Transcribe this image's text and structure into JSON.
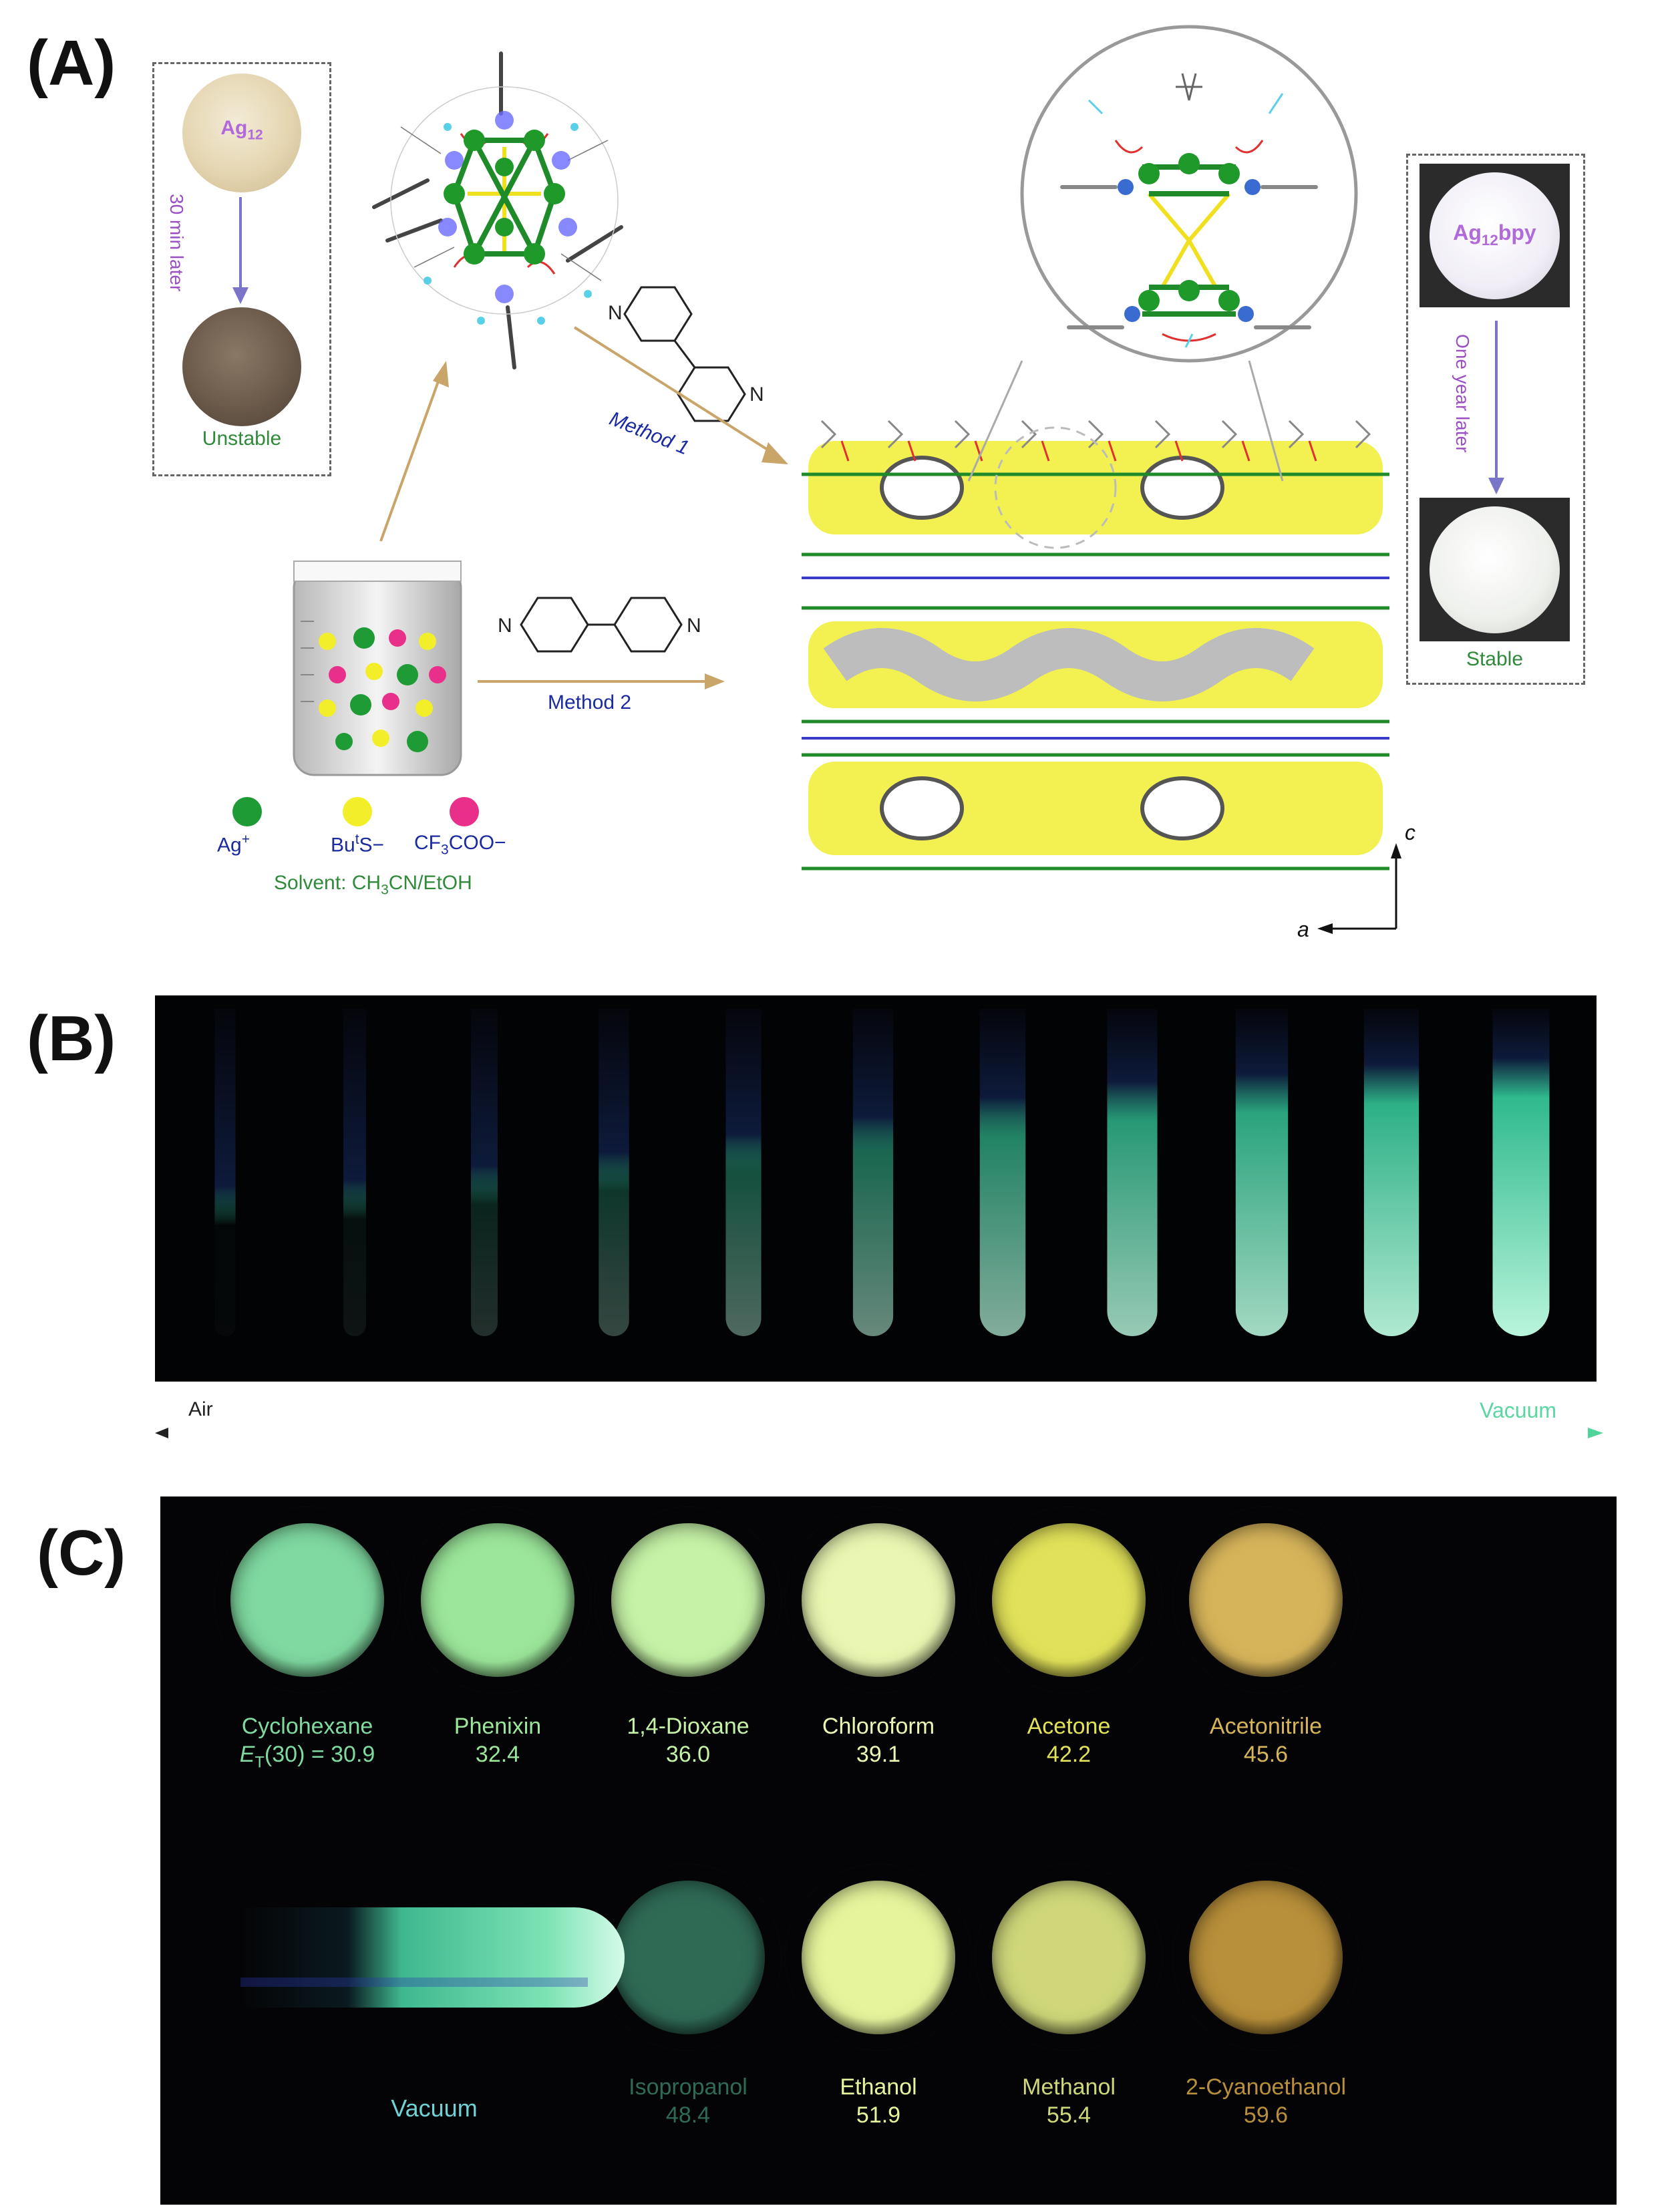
{
  "panels": {
    "a_label": "(A)",
    "b_label": "(B)",
    "c_label": "(C)"
  },
  "panel_a": {
    "left_photo_top_label": {
      "base": "Ag",
      "sub": "12"
    },
    "time_label_left": "30 min later",
    "unstable_label": "Unstable",
    "method1_label": "Method 1",
    "method2_label": "Method 2",
    "legend": {
      "ag": {
        "base": "Ag",
        "sup": "+"
      },
      "thiolate": {
        "base": "Bu",
        "sup": "t",
        "rest": "S−"
      },
      "trifluoroacetate": {
        "pre": "CF",
        "sub": "3",
        "post": "COO−"
      }
    },
    "solvent_label": {
      "prefix": "Solvent: CH",
      "sub": "3",
      "suffix": "CN/EtOH"
    },
    "right_photo_top_label": {
      "base": "Ag",
      "sub": "12",
      "post": "bpy"
    },
    "time_label_right": "One year later",
    "stable_label": "Stable",
    "axis_c": "c",
    "axis_a": "a"
  },
  "panel_b": {
    "left_end": "Air",
    "right_end": "Vacuum",
    "tube_brightness": [
      0.02,
      0.07,
      0.18,
      0.28,
      0.42,
      0.55,
      0.7,
      0.82,
      0.88,
      0.95,
      1.0
    ]
  },
  "panel_c": {
    "row1": [
      {
        "name": "Cyclohexane",
        "value_prefix": "E",
        "value_sub": "T",
        "value_rest": "(30) = 30.9",
        "color": "#7fd9a0"
      },
      {
        "name": "Phenixin",
        "value": "32.4",
        "color": "#9be69a"
      },
      {
        "name": "1,4-Dioxane",
        "value": "36.0",
        "color": "#c5f2a6"
      },
      {
        "name": "Chloroform",
        "value": "39.1",
        "color": "#e9f7b2"
      },
      {
        "name": "Acetone",
        "value": "42.2",
        "color": "#e2e25a"
      },
      {
        "name": "Acetonitrile",
        "value": "45.6",
        "color": "#d6b45a"
      }
    ],
    "row2": [
      {
        "name": "Isopropanol",
        "value": "48.4",
        "color": "#2f6a55"
      },
      {
        "name": "Ethanol",
        "value": "51.9",
        "color": "#e6f59c"
      },
      {
        "name": "Methanol",
        "value": "55.4",
        "color": "#cfd77a"
      },
      {
        "name": "2-Cyanoethanol",
        "value": "59.6",
        "color": "#b88f3a"
      }
    ],
    "vacuum_label": "Vacuum"
  }
}
